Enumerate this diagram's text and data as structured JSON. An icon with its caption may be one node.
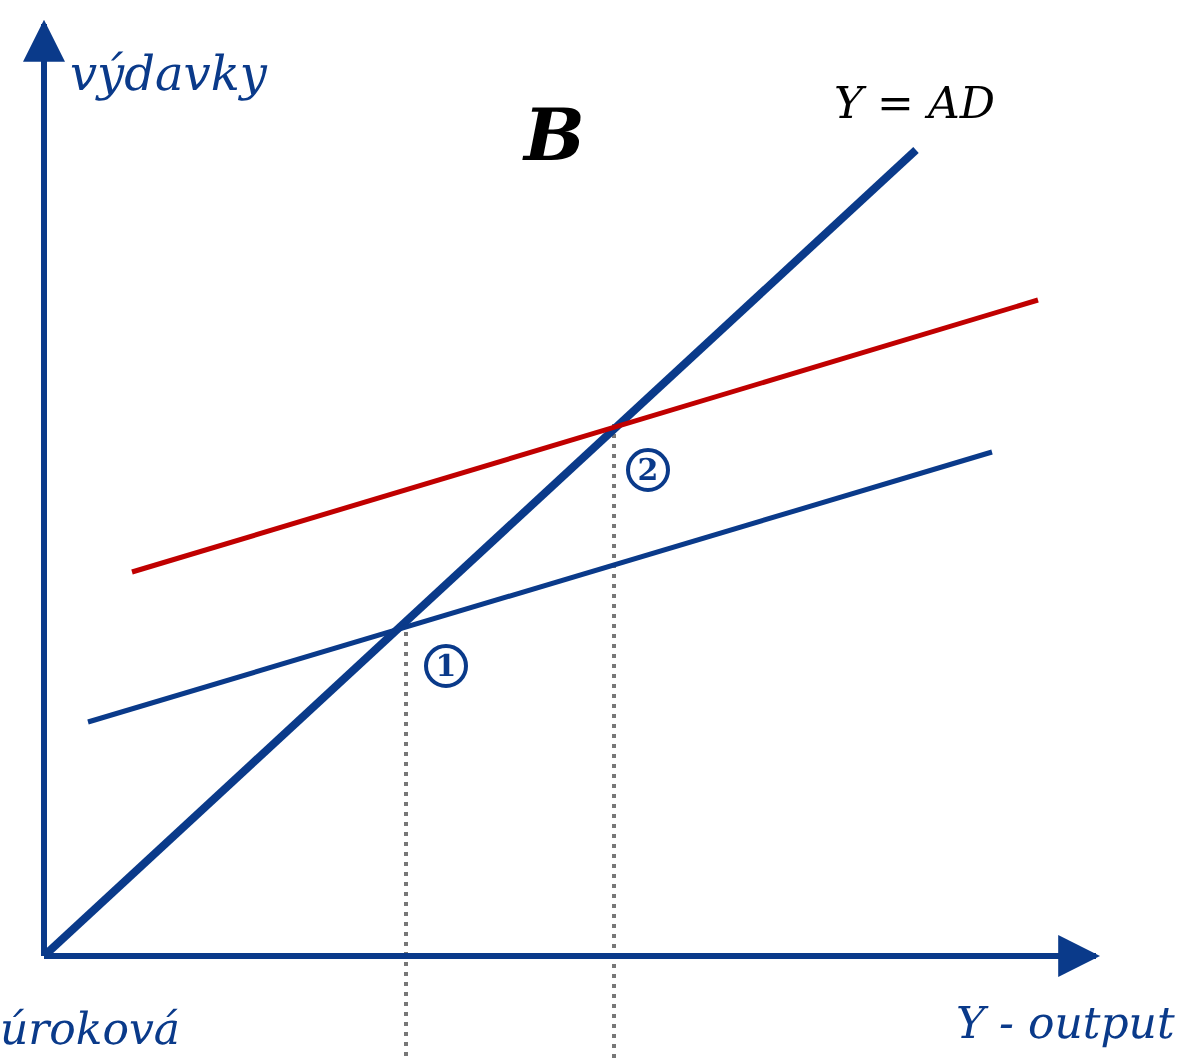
{
  "diagram": {
    "labels": [
      "výdavky",
      "B",
      "Y = AD",
      "2",
      "1",
      "Y - output",
      "úroková"
    ]
  }
}
